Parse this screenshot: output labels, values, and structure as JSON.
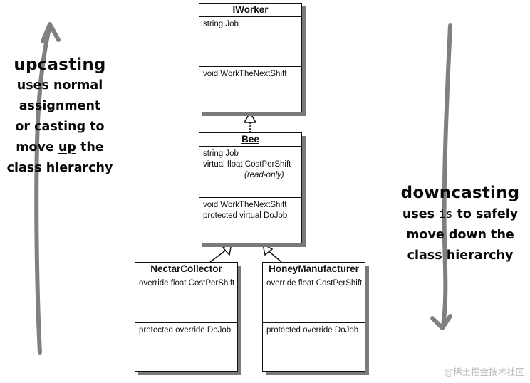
{
  "classes": {
    "iworker": {
      "name": "IWorker",
      "attributes": [
        "string Job"
      ],
      "methods": [
        "void WorkTheNextShift"
      ]
    },
    "bee": {
      "name": "Bee",
      "attributes": [
        "string Job",
        "virtual float CostPerShift"
      ],
      "note": "(read-only)",
      "methods": [
        "void WorkTheNextShift",
        "protected virtual DoJob"
      ]
    },
    "nectar": {
      "name": "NectarCollector",
      "attributes": [
        "override float CostPerShift"
      ],
      "methods": [
        "protected override DoJob"
      ]
    },
    "honey": {
      "name": "HoneyManufacturer",
      "attributes": [
        "override float CostPerShift"
      ],
      "methods": [
        "protected override DoJob"
      ]
    }
  },
  "upcasting": {
    "heading": "upcasting",
    "line1": "uses normal",
    "line2": "assignment",
    "line3": "or casting to",
    "line4_pre": "move ",
    "line4_em": "up",
    "line4_post": " the",
    "line5": "class hierarchy"
  },
  "downcasting": {
    "heading": "downcasting",
    "line1_pre": "uses ",
    "line1_code": "is",
    "line1_post": " to safely",
    "line2_pre": "move ",
    "line2_em": "down",
    "line2_post": " the",
    "line3": "class hierarchy"
  },
  "watermark": "@稀土掘金技术社区",
  "colors": {
    "arrow": "#808080",
    "shadow": "#7a7a7a",
    "ink": "#111111"
  }
}
